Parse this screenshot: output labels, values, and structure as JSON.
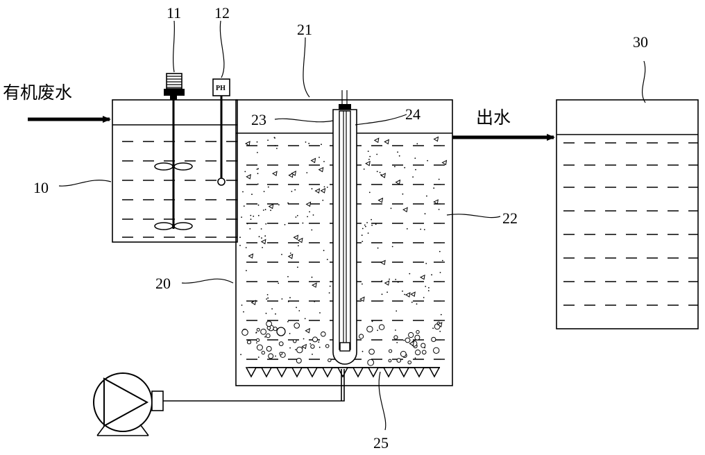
{
  "labels": {
    "inlet": "有机废水",
    "outlet": "出水",
    "ph_sensor": "PH",
    "n10": "10",
    "n11": "11",
    "n12": "12",
    "n20": "20",
    "n21": "21",
    "n22": "22",
    "n23": "23",
    "n24": "24",
    "n25": "25",
    "n30": "30"
  }
}
